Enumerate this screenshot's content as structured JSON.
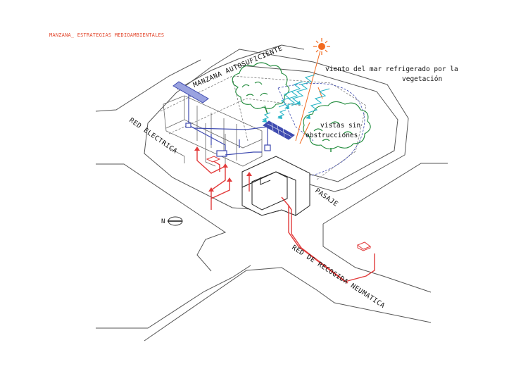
{
  "title": "MANZANA_ ESTRATEGIAS MEDIOAMBIENTALES",
  "labels": {
    "manzana": "MANZANA  AUTOSUFICIENTE",
    "red_electrica": "RED ELECTRICA",
    "pasaje": "PASAJE",
    "red_recogida": "RED DE RECOGIDA NEUMATICA",
    "viento_1": "viento del mar refrigerado por la",
    "viento_2": "vegetación",
    "vistas_1": "vistas sin",
    "vistas_2": "obstrucciones",
    "north": "N"
  },
  "colors": {
    "title": "#e2452a",
    "line": "#555555",
    "dash": "#777777",
    "red": "#e23b3b",
    "blue": "#3f4bb0",
    "green": "#1f8a3a",
    "cyan": "#2bb6c8",
    "sun": "#f26a1f"
  },
  "icons": [
    "sun-icon",
    "north-arrow-icon",
    "solar-panel-icon",
    "tree-icon",
    "wind-icon"
  ]
}
